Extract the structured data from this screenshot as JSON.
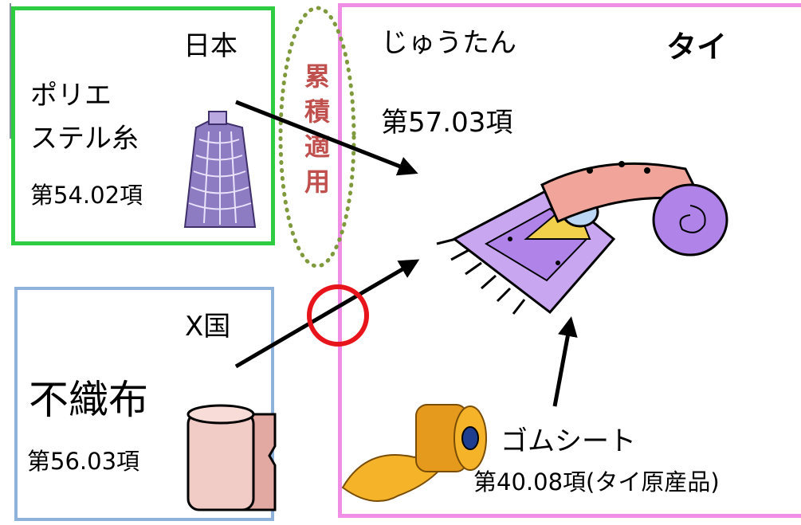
{
  "japan": {
    "country": "日本",
    "material_line1": "ポリエ",
    "material_line2": "ステル糸",
    "heading": "第54.02項"
  },
  "x_country": {
    "country": "X国",
    "material": "不織布",
    "heading": "第56.03項"
  },
  "thailand": {
    "product": "じゅうたん",
    "country": "タイ",
    "heading": "第57.03項",
    "component": "ゴムシート",
    "component_heading": "第40.08項(タイ原産品)"
  },
  "cumulation": {
    "label": "累積適用"
  },
  "icons": [
    "thread-spool-icon",
    "nonwoven-roll-icon",
    "carpet-icon",
    "rubber-sheet-icon",
    "red-circle-icon"
  ],
  "colors": {
    "japan_border": "#2ecc40",
    "x_border": "#8fb2db",
    "thai_border": "#f08ee6",
    "oval_dots": "#7f9a3d",
    "oval_text": "#c0504d",
    "circle": "#e8141b"
  }
}
